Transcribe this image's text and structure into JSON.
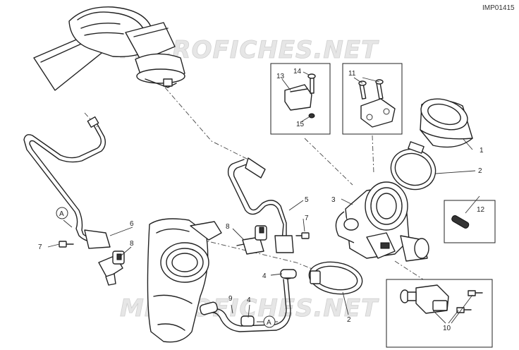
{
  "diagram_code": "IMP01415",
  "watermark_text": "MICROFICHES.NET",
  "callouts": {
    "c1": "1",
    "c2a": "2",
    "c2b": "2",
    "c3": "3",
    "c4a": "4",
    "c4b": "4",
    "c5": "5",
    "c6": "6",
    "c7a": "7",
    "c7b": "7",
    "c8a": "8",
    "c8b": "8",
    "c9": "9",
    "c10": "10",
    "c11": "11",
    "c12": "12",
    "c13": "13",
    "c14": "14",
    "c15": "15"
  },
  "connectors": {
    "a1": "A",
    "a2": "A"
  }
}
